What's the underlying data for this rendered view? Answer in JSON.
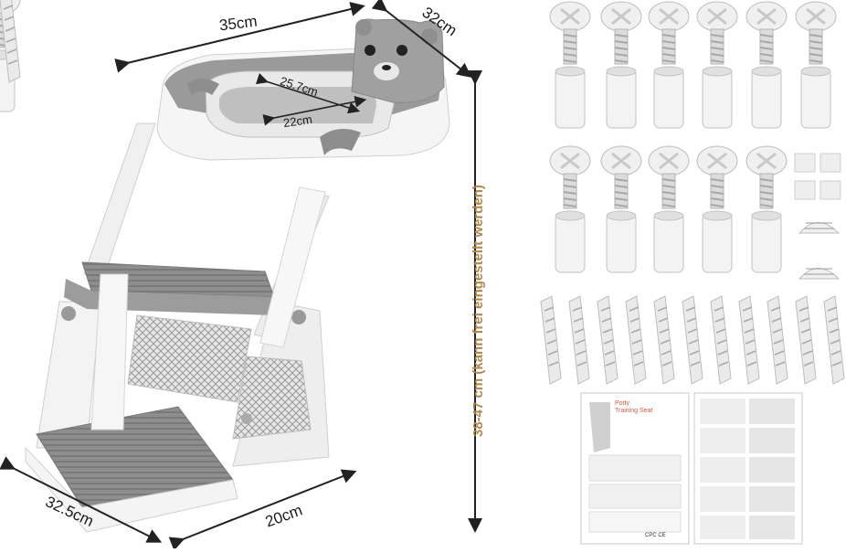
{
  "dimensions": {
    "seat_width": "35cm",
    "seat_depth": "32cm",
    "inner_length": "25.7cm",
    "inner_width": "22cm",
    "base_width": "32.5cm",
    "base_depth": "20cm",
    "height": "38-47 cm (kann frei eingestellt werden)"
  },
  "manual": {
    "title_line1": "Potty",
    "title_line2": "Training Seat",
    "footer": "CPC CE"
  },
  "colors": {
    "product_white": "#f2f2f2",
    "product_gray": "#8c8c8c",
    "dimension_text": "#1a1a1a",
    "height_text": "#b08a52",
    "manual_accent": "#d35a4a"
  }
}
